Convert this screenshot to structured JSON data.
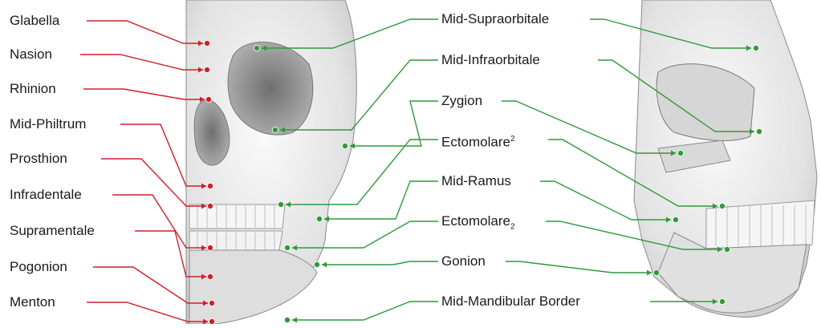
{
  "left_labels": [
    {
      "id": "glabella",
      "text": "Glabella"
    },
    {
      "id": "nasion",
      "text": "Nasion"
    },
    {
      "id": "rhinion",
      "text": "Rhinion"
    },
    {
      "id": "mid-philtrum",
      "text": "Mid-Philtrum"
    },
    {
      "id": "prosthion",
      "text": "Prosthion"
    },
    {
      "id": "infradentale",
      "text": "Infradentale"
    },
    {
      "id": "supramentale",
      "text": "Supramentale"
    },
    {
      "id": "pogonion",
      "text": "Pogonion"
    },
    {
      "id": "menton",
      "text": "Menton"
    }
  ],
  "right_labels": [
    {
      "id": "mid-supraorbitale",
      "text": "Mid-Supraorbitale"
    },
    {
      "id": "mid-infraorbitale",
      "text": "Mid-Infraorbitale"
    },
    {
      "id": "zygion",
      "text": "Zygion"
    },
    {
      "id": "ectomolare-upper",
      "text": "Ectomolare",
      "suffix": "2",
      "suffix_type": "sup"
    },
    {
      "id": "mid-ramus",
      "text": "Mid-Ramus"
    },
    {
      "id": "ectomolare-lower",
      "text": "Ectomolare",
      "suffix": "2",
      "suffix_type": "sub"
    },
    {
      "id": "gonion",
      "text": "Gonion"
    },
    {
      "id": "mid-mandibular-border",
      "text": "Mid-Mandibular Border"
    }
  ],
  "colors": {
    "midline": "#d01f2a",
    "bilateral": "#2f9a3a",
    "skull_fill": "#e8e8e8",
    "skull_stroke": "#8a8a8a",
    "shadow": "#bdbdbd"
  }
}
